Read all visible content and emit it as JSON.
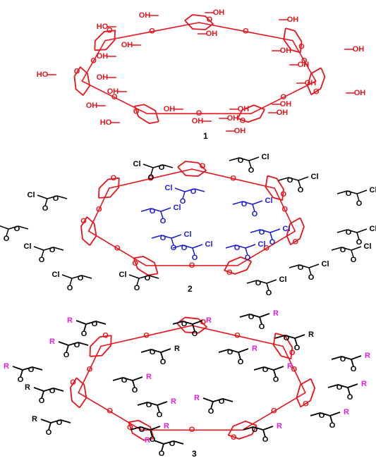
{
  "colors": {
    "ring": "#e8141c",
    "ester": "#000000",
    "blue": "#1a1ad6",
    "magenta": "#e020d8",
    "background": "#ffffff"
  },
  "labels": {
    "hydroxyl": "OH",
    "hydroxyl_left": "HO",
    "oxygen": "O",
    "chloro": "Cl",
    "substituent": "R"
  },
  "compounds": [
    {
      "number": "1"
    },
    {
      "number": "2"
    },
    {
      "number": "3"
    }
  ]
}
